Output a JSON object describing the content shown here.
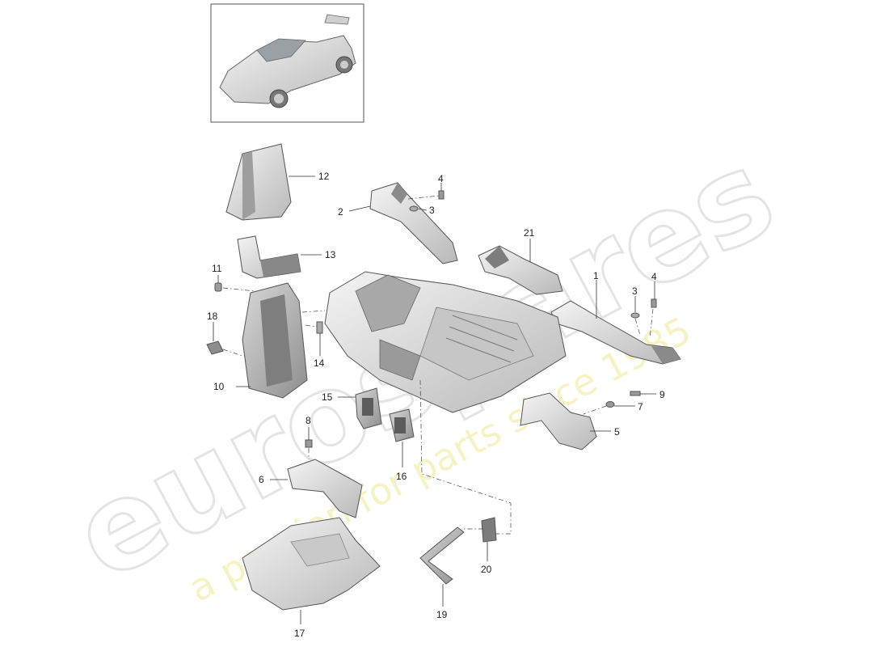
{
  "watermark": {
    "brand": "eurospares",
    "tagline": "a passion for parts since 1985"
  },
  "callouts": [
    {
      "id": "c1",
      "label": "1"
    },
    {
      "id": "c2",
      "label": "2"
    },
    {
      "id": "c3a",
      "label": "3"
    },
    {
      "id": "c3b",
      "label": "3"
    },
    {
      "id": "c4a",
      "label": "4"
    },
    {
      "id": "c4b",
      "label": "4"
    },
    {
      "id": "c5",
      "label": "5"
    },
    {
      "id": "c6",
      "label": "6"
    },
    {
      "id": "c7",
      "label": "7"
    },
    {
      "id": "c8",
      "label": "8"
    },
    {
      "id": "c9",
      "label": "9"
    },
    {
      "id": "c10",
      "label": "10"
    },
    {
      "id": "c11",
      "label": "11"
    },
    {
      "id": "c12",
      "label": "12"
    },
    {
      "id": "c13",
      "label": "13"
    },
    {
      "id": "c14",
      "label": "14"
    },
    {
      "id": "c15",
      "label": "15"
    },
    {
      "id": "c16",
      "label": "16"
    },
    {
      "id": "c17",
      "label": "17"
    },
    {
      "id": "c18",
      "label": "18"
    },
    {
      "id": "c19",
      "label": "19"
    },
    {
      "id": "c20",
      "label": "20"
    },
    {
      "id": "c21",
      "label": "21"
    }
  ]
}
